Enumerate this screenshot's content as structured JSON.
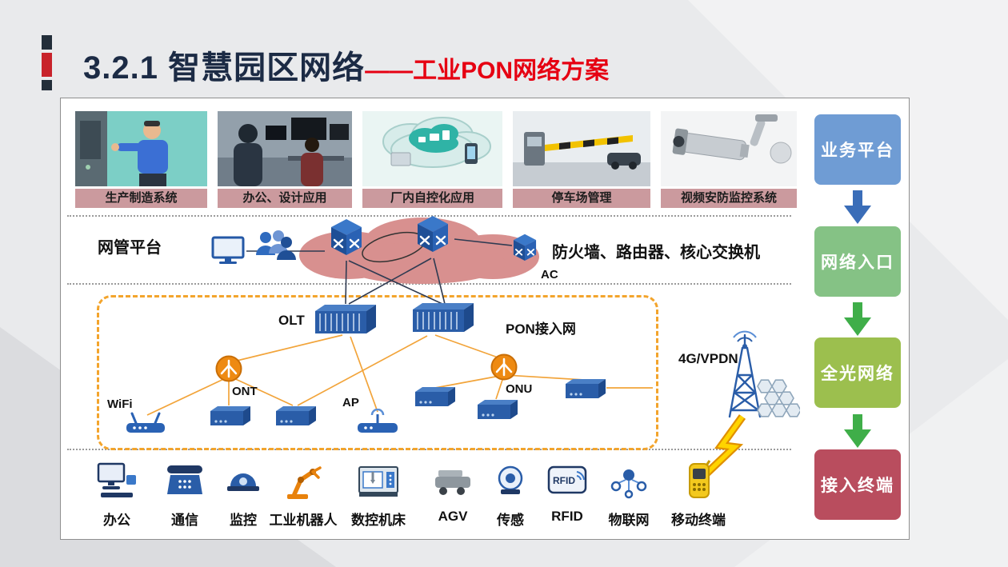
{
  "title": {
    "main": "3.2.1  智慧园区网络",
    "sub": "——工业PON网络方案"
  },
  "applications": {
    "items": [
      {
        "label": "生产制造系统"
      },
      {
        "label": "办公、设计应用"
      },
      {
        "label": "厂内自控化应用"
      },
      {
        "label": "停车场管理"
      },
      {
        "label": "视频安防监控系统"
      }
    ]
  },
  "management_layer": {
    "left_label": "网管平台",
    "right_label": "防火墙、路由器、核心交换机",
    "ac_label": "AC"
  },
  "pon_network": {
    "olt_label": "OLT",
    "area_label": "PON接入网",
    "ont_label": "ONT",
    "onu_label": "ONU",
    "wifi_label": "WiFi",
    "ap_label": "AP",
    "vpdn_label": "4G/VPDN"
  },
  "terminals": {
    "rfid_icon_text": "RFID",
    "items": [
      {
        "label": "办公"
      },
      {
        "label": "通信"
      },
      {
        "label": "监控"
      },
      {
        "label": "工业机器人"
      },
      {
        "label": "数控机床"
      },
      {
        "label": "AGV"
      },
      {
        "label": "传感"
      },
      {
        "label": "RFID"
      },
      {
        "label": "物联网"
      },
      {
        "label": "移动终端"
      }
    ]
  },
  "flow_column": {
    "items": [
      {
        "label": "业务平台",
        "color": "#6f9cd4"
      },
      {
        "label": "网络入口",
        "color": "#85c285"
      },
      {
        "label": "全光网络",
        "color": "#9cbf4e"
      },
      {
        "label": "接入终端",
        "color": "#b94d5e"
      }
    ],
    "arrow_colors": [
      "#3a6db8",
      "#3fae49",
      "#3fae49"
    ]
  }
}
